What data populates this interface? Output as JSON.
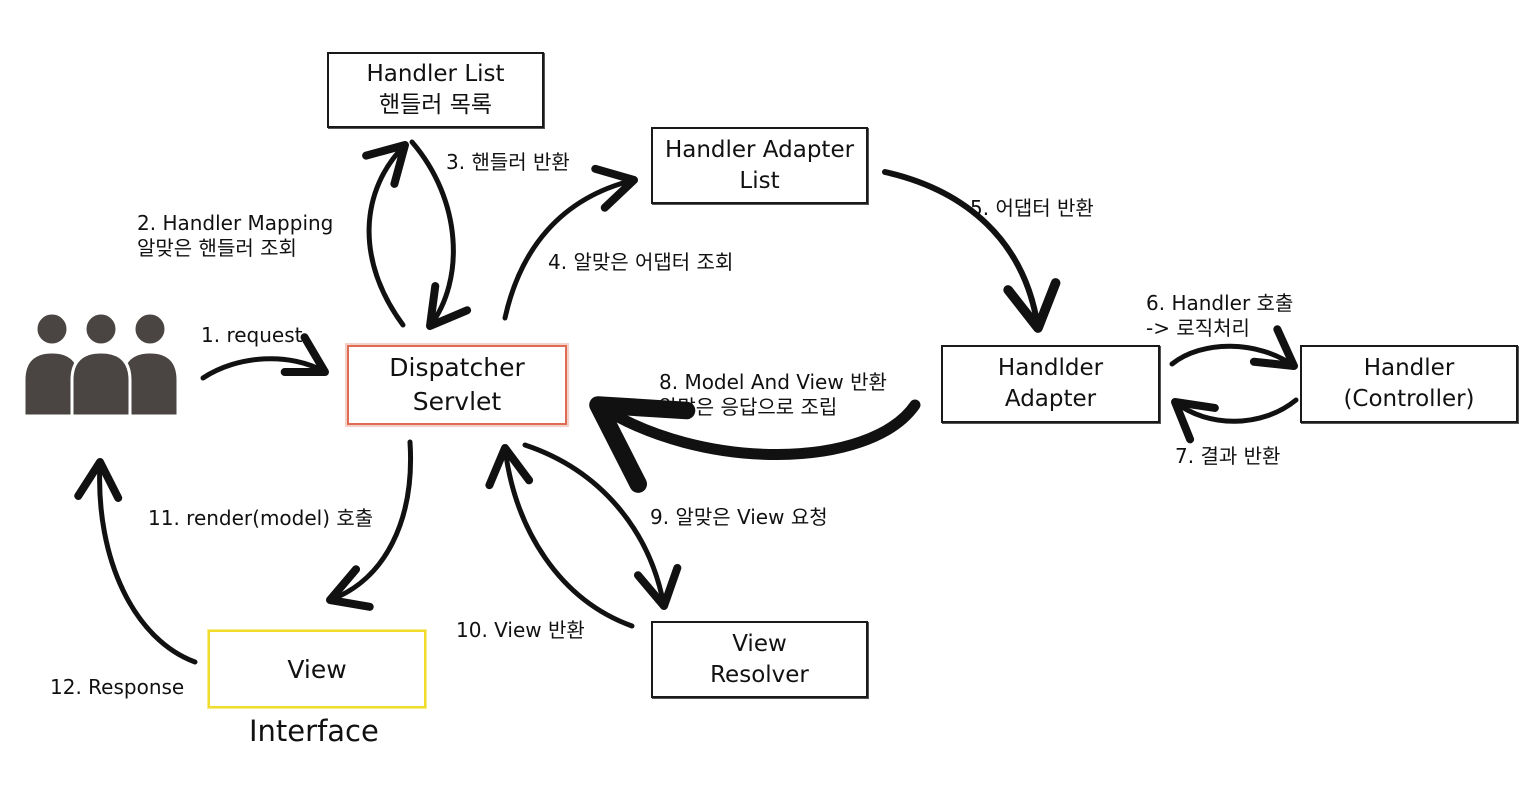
{
  "nodes": {
    "handler_list": {
      "line1": "Handler List",
      "line2": "핸들러 목록"
    },
    "handler_adapter_list": {
      "line1": "Handler Adapter",
      "line2": "List"
    },
    "dispatcher": {
      "line1": "Dispatcher",
      "line2": "Servlet"
    },
    "handler_adapter": {
      "line1": "Handlder",
      "line2": "Adapter"
    },
    "handler": {
      "line1": "Handler",
      "line2": "(Controller)"
    },
    "view_resolver": {
      "line1": "View",
      "line2": "Resolver"
    },
    "view": {
      "label": "View",
      "caption": "Interface"
    }
  },
  "steps": {
    "s1": "1. request",
    "s2_line1": "2. Handler Mapping",
    "s2_line2": "알맞은 핸들러 조회",
    "s3": "3. 핸들러  반환",
    "s4": "4. 알맞은 어댑터 조회",
    "s5": "5. 어댑터 반환",
    "s6_line1": "6. Handler 호출",
    "s6_line2": "-> 로직처리",
    "s7": "7. 결과 반환",
    "s8_line1": "8. Model And View 반환",
    "s8_line2": "알맞은 응답으로 조립",
    "s9": "9. 알맞은 View 요청",
    "s10": "10. View 반환",
    "s11": "11. render(model) 호출",
    "s12": "12. Response"
  },
  "colors": {
    "dispatcher_border": "#e06b53",
    "view_border": "#f2dc2b",
    "arrow": "#111111",
    "users": "#4a4543"
  },
  "icons": {
    "users": "users-group-icon"
  }
}
